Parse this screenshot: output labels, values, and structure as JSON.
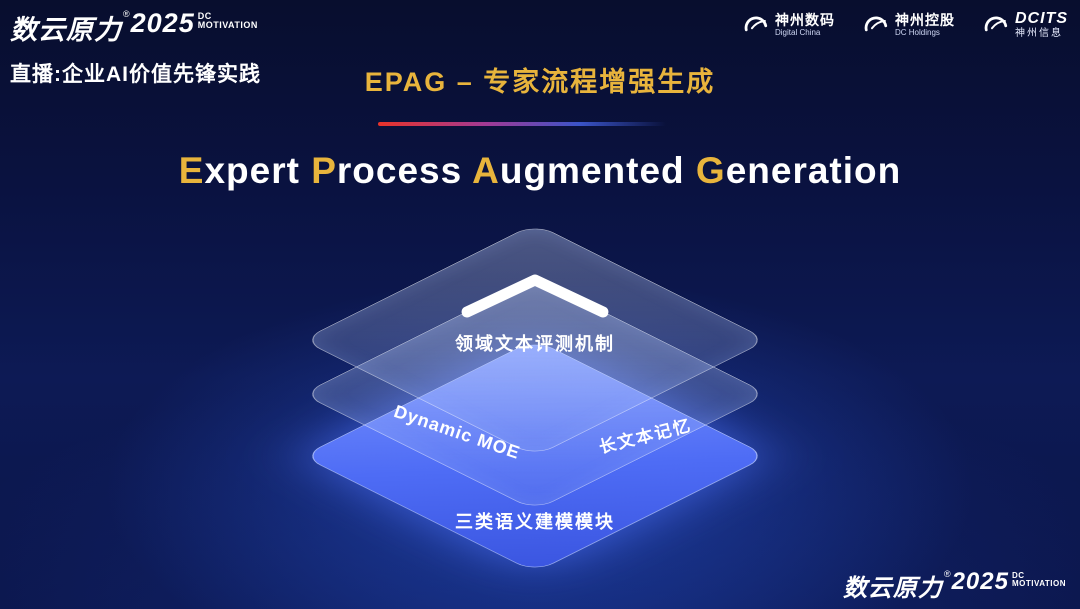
{
  "colors": {
    "accent_gold": "#e8b43c",
    "divider_red": "#e8332a",
    "layer_blue": "#4e6cf5",
    "background_navy": "#0a1240"
  },
  "header": {
    "brand": {
      "cn": "数云原力",
      "reg": "®",
      "year": "2025",
      "sub_line1": "DC",
      "sub_line2": "MOTIVATION"
    },
    "live_label": "直播:企业AI价值先锋实践",
    "slide_title": "EPAG – 专家流程增强生成",
    "logos": [
      {
        "name": "digital-china",
        "cn": "神州数码",
        "en": "Digital China"
      },
      {
        "name": "dc-holdings",
        "cn": "神州控股",
        "en": "DC Holdings"
      },
      {
        "name": "dcits",
        "cn": "DCITS",
        "en": "神州信息"
      }
    ]
  },
  "main": {
    "title_segments": [
      {
        "text": "E",
        "accent": true
      },
      {
        "text": "xpert ",
        "accent": false
      },
      {
        "text": "P",
        "accent": true
      },
      {
        "text": "rocess ",
        "accent": false
      },
      {
        "text": "A",
        "accent": true
      },
      {
        "text": "ugmented ",
        "accent": false
      },
      {
        "text": "G",
        "accent": true
      },
      {
        "text": "eneration",
        "accent": false
      }
    ]
  },
  "diagram": {
    "type": "layer-stack",
    "layers": [
      {
        "name": "evaluation-layer",
        "label": "领域文本评测机制",
        "icon": "chevron-up-icon",
        "style": "glass"
      },
      {
        "name": "middle-layer",
        "label_left": "Dynamic MOE",
        "label_right": "长文本记忆",
        "style": "glass"
      },
      {
        "name": "semantic-layer",
        "label": "三类语义建模模块",
        "style": "blue"
      }
    ]
  },
  "footer": {
    "brand": {
      "cn": "数云原力",
      "reg": "®",
      "year": "2025",
      "sub_line1": "DC",
      "sub_line2": "MOTIVATION"
    }
  }
}
